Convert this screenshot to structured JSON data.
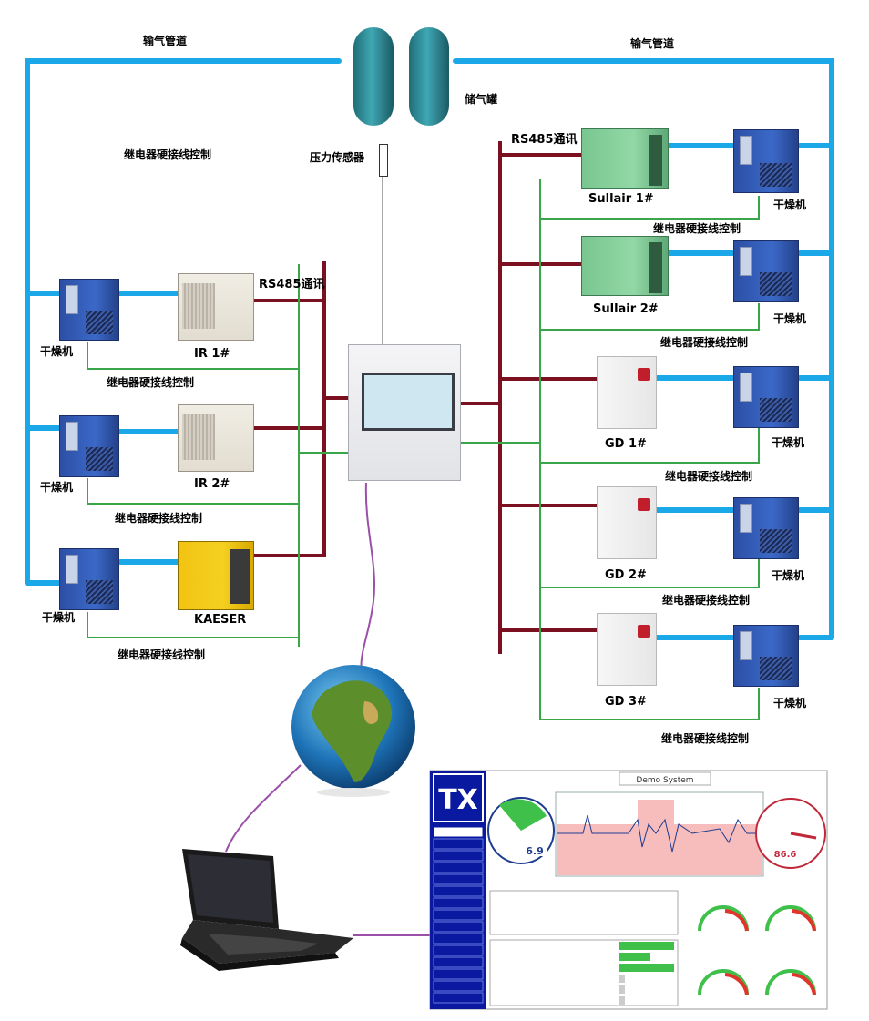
{
  "labels": {
    "pipe_left": "输气管道",
    "pipe_right": "输气管道",
    "tank": "储气罐",
    "sensor": "压力传感器",
    "relay_top_left": "继电器硬接线控制",
    "rs485_left": "RS485通讯",
    "rs485_right": "RS485通讯",
    "dryer": "干燥机",
    "relay": "继电器硬接线控制"
  },
  "left_compressors": [
    {
      "name": "IR 1#"
    },
    {
      "name": "IR 2#"
    },
    {
      "name": "KAESER"
    }
  ],
  "right_compressors": [
    {
      "name": "Sullair 1#"
    },
    {
      "name": "Sullair 2#"
    },
    {
      "name": "GD 1#"
    },
    {
      "name": "GD 2#"
    },
    {
      "name": "GD 3#"
    }
  ],
  "colors": {
    "air_pipe": "#1aa8e8",
    "rs485": "#7a1020",
    "relay_wire": "#3aa64a",
    "network": "#9b4fa8"
  },
  "icons": [
    "controller-panel-icon",
    "globe-icon",
    "laptop-icon",
    "monitoring-screen-icon"
  ]
}
